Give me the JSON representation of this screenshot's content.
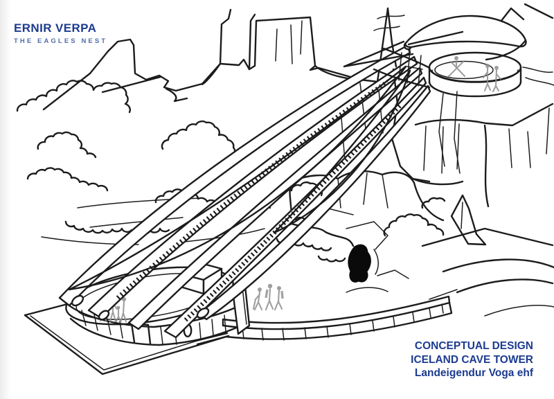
{
  "page": {
    "background": "#ffffff"
  },
  "branding": {
    "title": "ERNIR VERPA",
    "subtitle": "THE EAGLES NEST",
    "title_color": "#1c3b8f",
    "subtitle_color": "#4f6cab"
  },
  "credits": {
    "lines": [
      "CONCEPTUAL DESIGN",
      "ICELAND CAVE TOWER",
      "Landeigendur Voga ehf"
    ],
    "color": "#1c3b8f"
  },
  "drawing": {
    "ink_color": "#1c1c1c",
    "figure_color": "#8e8e8e",
    "cave_color": "#0a0a0a",
    "elements": [
      "canyon-cliffs",
      "vegetation",
      "cave-entrance",
      "visitor-center-building",
      "ground-slab",
      "curved-parapet-walkway",
      "arched-stair-tower",
      "eagles-nest-platform",
      "leaf-canopy",
      "visitor-figures",
      "hiker-figures"
    ]
  }
}
